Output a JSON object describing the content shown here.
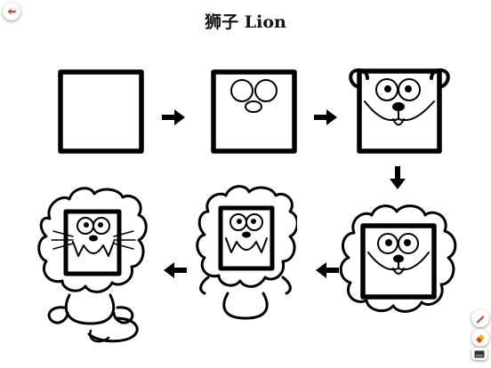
{
  "page": {
    "title": "狮子 Lion"
  },
  "toolbar": {
    "back_icon": "back-arrow-icon",
    "pen_icon": "pen-icon",
    "eraser_icon": "eraser-icon",
    "keyboard_icon": "keyboard-icon"
  },
  "steps": [
    {
      "name": "square"
    },
    {
      "name": "eyes-and-nose"
    },
    {
      "name": "ears-and-mouth"
    },
    {
      "name": "mane"
    },
    {
      "name": "teeth-and-body"
    },
    {
      "name": "whiskers-and-tail"
    }
  ],
  "colors": {
    "accent_red": "#e03a2f",
    "stroke": "#000000",
    "background": "#ffffff"
  }
}
